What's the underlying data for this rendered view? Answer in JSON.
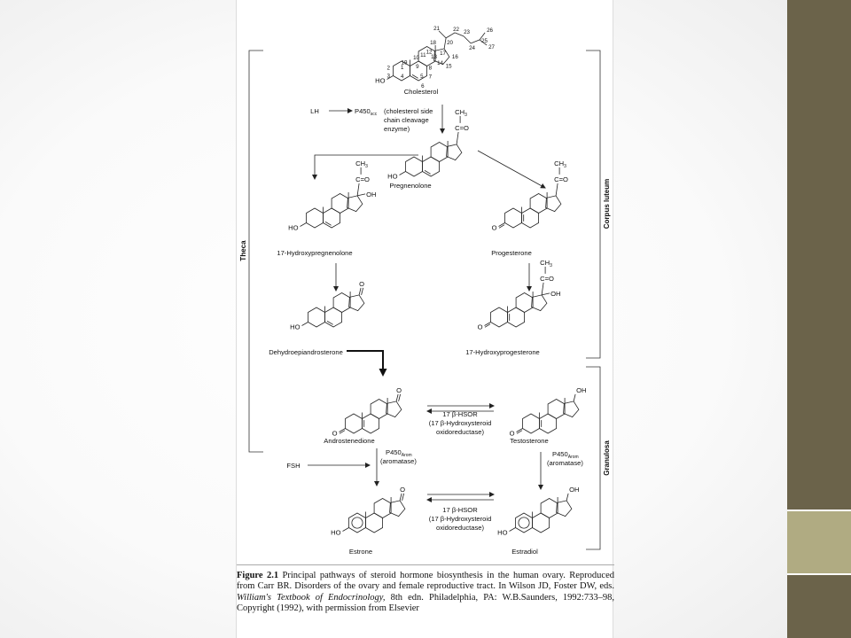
{
  "slide": {
    "sidebar_colors": [
      "#6b634a",
      "#b0ab82",
      "#6b634a"
    ]
  },
  "figure": {
    "side_labels": {
      "left": "Theca",
      "right_top": "Corpus luteum",
      "right_bottom": "Granulosa"
    },
    "compounds": {
      "cholesterol": "Cholesterol",
      "pregnenolone": "Pregnenolone",
      "hydroxypregnenolone": "17-Hydroxypregnenolone",
      "progesterone": "Progesterone",
      "dhea": "Dehydroepiandrosterone",
      "hydroxyprogesterone": "17-Hydroxyprogesterone",
      "androstenedione": "Androstenedione",
      "testosterone": "Testosterone",
      "estrone": "Estrone",
      "estradiol": "Estradiol"
    },
    "groups": {
      "ho": "HO",
      "o": "O",
      "oh": "OH",
      "ch3": "CH",
      "c_o": "C=O"
    },
    "enzymes": {
      "lh": "LH",
      "p450scc": "P450",
      "p450scc_sub": "scc",
      "scc_desc": [
        "(cholesterol side",
        "chain cleavage",
        "enzyme)"
      ],
      "hsor": "17 β-HSOR",
      "hsor_desc": [
        "(17 β-Hydroxysteroid",
        "oxidoreductase)"
      ],
      "fsh": "FSH",
      "p450arom": "P450",
      "p450arom_sub": "Arom",
      "aromatase": "(aromatase)"
    },
    "carbon_numbers": [
      "1",
      "2",
      "3",
      "4",
      "5",
      "6",
      "7",
      "8",
      "9",
      "10",
      "11",
      "12",
      "13",
      "14",
      "15",
      "16",
      "17",
      "18",
      "19",
      "20",
      "21",
      "22",
      "23",
      "24",
      "25",
      "26",
      "27"
    ]
  },
  "caption": {
    "label": "Figure 2.1",
    "text1": " Principal pathways of steroid hormone biosynthesis in the human ovary. Reproduced from Carr BR. Disorders of the ovary and female reproductive tract. In Wilson JD, Foster DW, eds. ",
    "book": "William's Textbook of Endocrinology,",
    "text2": " 8th edn. Philadelphia, PA: W.B.Saunders, 1992:733–98, Copyright (1992), with permission from Elsevier"
  }
}
